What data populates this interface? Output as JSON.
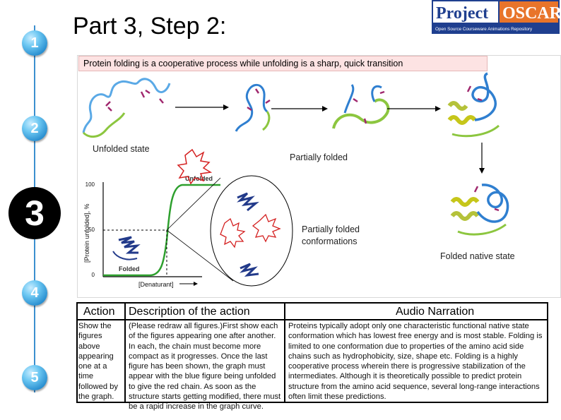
{
  "title": "Part 3, Step 2:",
  "steps": [
    "1",
    "2",
    "3",
    "4",
    "5"
  ],
  "logo": {
    "word1": "Project",
    "word2": "OSCAR",
    "tagline": "Open Source Courseware Animations Repository"
  },
  "headline": "Protein folding is a cooperative process while unfolding is a sharp, quick transition",
  "labels": {
    "unfolded_state": "Unfolded state",
    "partially_folded": "Partially folded",
    "partially_folded_conformations": "Partially folded conformations",
    "folded_native_state": "Folded native state"
  },
  "graph": {
    "ylabel": "[Protein unfolded], %",
    "xlabel": "[Denaturant]",
    "yticks": [
      "100",
      "50",
      "0"
    ],
    "unfolded_label": "Unfolded",
    "folded_label": "Folded"
  },
  "colors": {
    "step_blue": "#2a8fd0",
    "headline_bg": "#fde3e3",
    "curve": "#2ea02e",
    "logo_blue": "#1f3f8f",
    "logo_orange": "#e8742a"
  },
  "table": {
    "headers": {
      "action": "Action",
      "description": "Description of the action",
      "audio": "Audio Narration"
    },
    "action_text": "Show the figures above appearing one at a time followed by the graph.",
    "description_text": "(Please redraw all figures.)First show each of the figures appearing one after another. In each, the chain must become more compact as it progresses. Once the last figure has been shown, the graph must appear with the blue figure being unfolded to give the red chain. As soon as the structure starts getting modified, there must be a rapid increase in the graph curve.",
    "audio_text": "Proteins typically adopt only one characteristic functional native state conformation which has lowest free energy and is most stable. Folding is limited to one conformation due to properties of the amino acid side chains such as hydrophobicity, size, shape etc. Folding is a highly cooperative process wherein there is progressive stabilization of the intermediates. Although it is theoretically possible to predict protein structure from the amino acid sequence, several long-range interactions often limit these predictions."
  }
}
